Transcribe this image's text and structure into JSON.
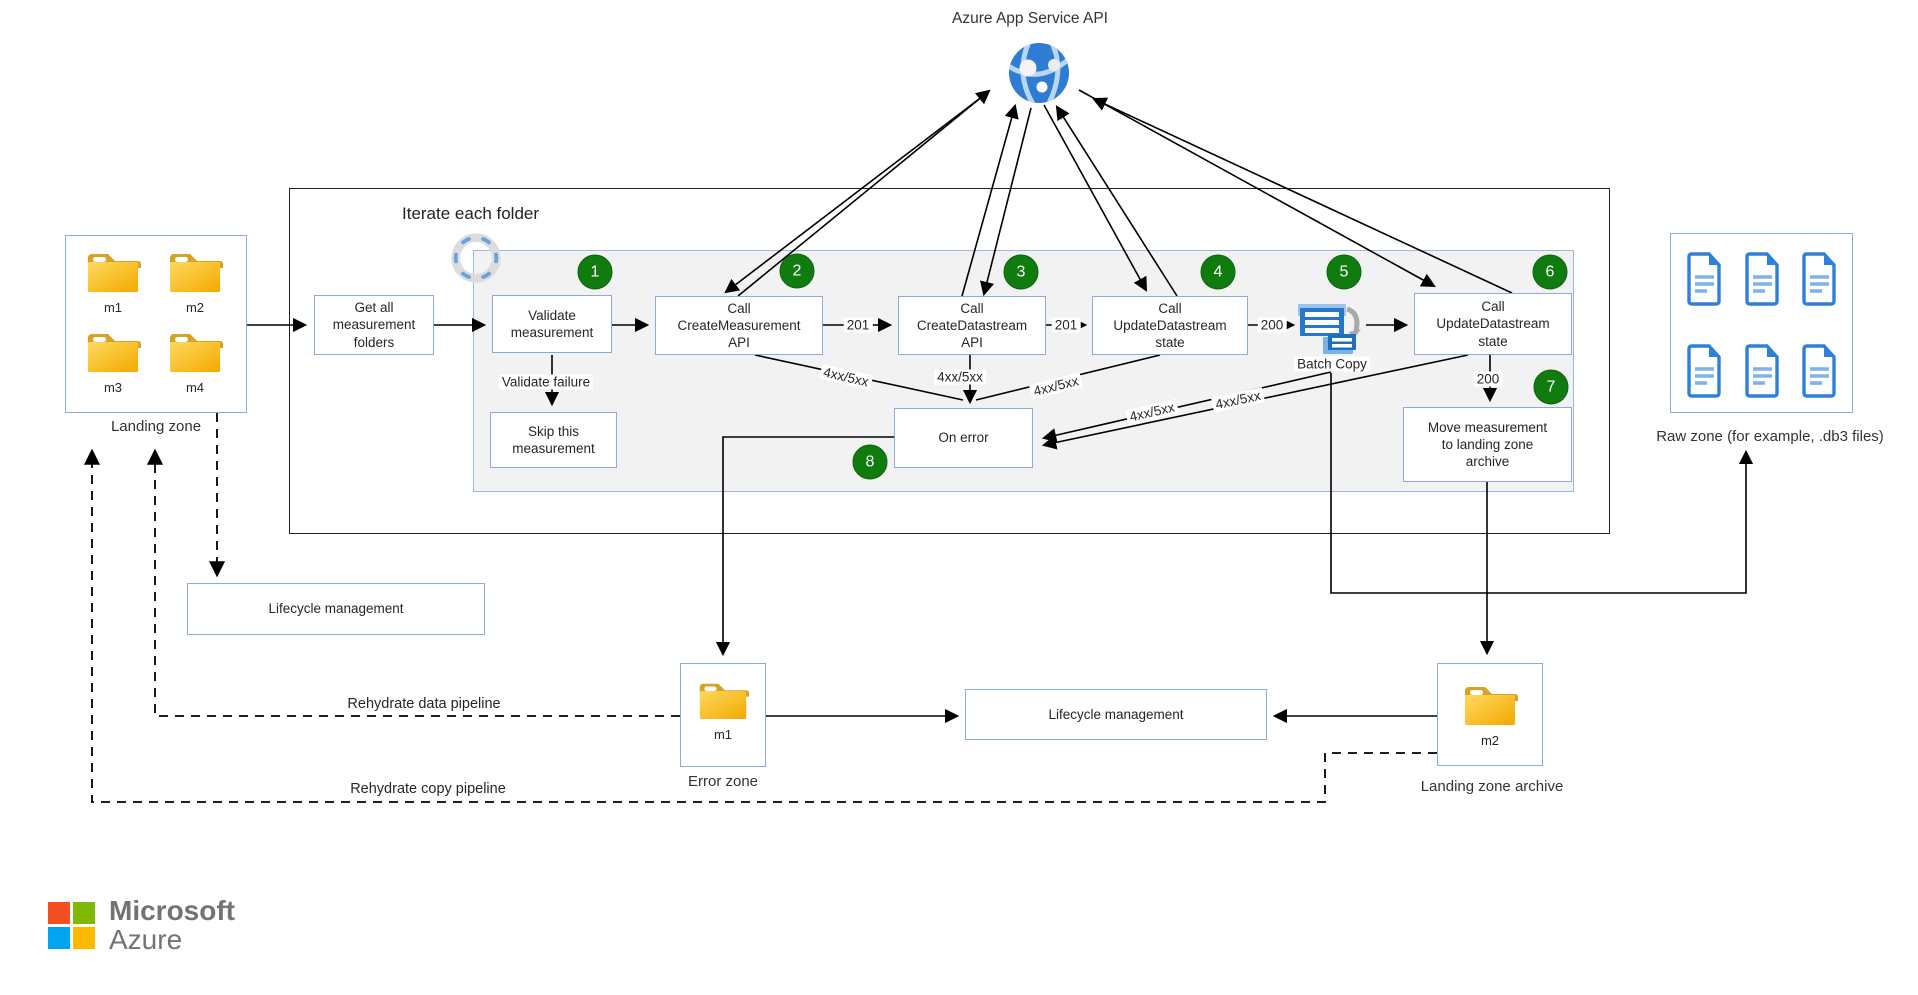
{
  "diagram_title": "Azure App Service API",
  "iterate_label": "Iterate each folder",
  "nodes": {
    "get_all": "Get all measurement folders",
    "validate": "Validate measurement",
    "call_create_measurement": "Call CreateMeasurement API",
    "call_create_datastream": "Call CreateDatastream API",
    "call_update_datastream_state": "Call UpdateDatastream state",
    "skip": "Skip this measurement",
    "on_error": "On error",
    "move_measurement": "Move measurement to landing zone archive",
    "lifecycle": "Lifecycle management"
  },
  "steps": [
    "1",
    "2",
    "3",
    "4",
    "5",
    "6",
    "7",
    "8"
  ],
  "edge_labels": {
    "status_201": "201",
    "status_200": "200",
    "error_code": "4xx/5xx",
    "validate_failure": "Validate failure",
    "batch_copy": "Batch Copy",
    "rehydrate_data": "Rehydrate data pipeline",
    "rehydrate_copy": "Rehydrate copy pipeline"
  },
  "zones": {
    "landing": {
      "label": "Landing zone",
      "folders": [
        "m1",
        "m2",
        "m3",
        "m4"
      ]
    },
    "raw": {
      "label": "Raw zone (for example, .db3 files)"
    },
    "error": {
      "label": "Error zone",
      "folder": "m1"
    },
    "archive": {
      "label": "Landing zone archive",
      "folder": "m2"
    }
  },
  "brand": {
    "line1": "Microsoft",
    "line2": "Azure"
  },
  "colors": {
    "step_green": "#107c10",
    "box_border_blue": "#8ea9db",
    "globe_blue": "#2f7dd3",
    "document_blue": "#2f80d7",
    "folder_gold": "#f6b100",
    "ms_red": "#f25022",
    "ms_green": "#7fba00",
    "ms_blue": "#00a4ef",
    "ms_yellow": "#ffb900"
  }
}
